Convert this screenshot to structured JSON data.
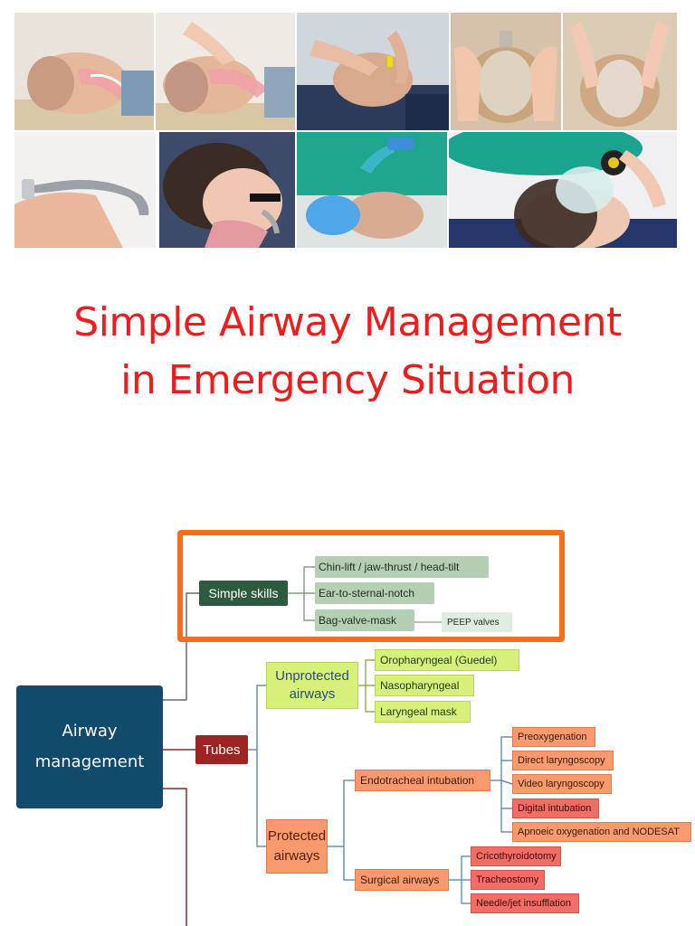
{
  "title": {
    "line1": "Simple Airway Management",
    "line2": "in Emergency Situation"
  },
  "collage": {
    "photos": [
      "head-tilt-diagram-icon",
      "jaw-lift-diagram-icon",
      "jaw-thrust-photo-icon",
      "mask-seal-two-hands-icon",
      "mask-seal-one-hand-icon",
      "oropharyngeal-airway-icon",
      "airway-insertion-photo-icon",
      "nasal-airway-photo-icon",
      "bag-valve-mask-photo-icon"
    ]
  },
  "mindmap": {
    "root": "Airway management",
    "simple_skills": {
      "label": "Simple skills",
      "items": [
        "Chin-lift / jaw-thrust / head-tilt",
        "Ear-to-sternal-notch",
        "Bag-valve-mask"
      ],
      "peep": "PEEP valves"
    },
    "tubes": {
      "label": "Tubes",
      "unprotected": {
        "label": "Unprotected airways",
        "items": [
          "Oropharyngeal (Guedel)",
          "Nasopharyngeal",
          "Laryngeal mask"
        ]
      },
      "protected": {
        "label": "Protected airways",
        "endotracheal": {
          "label": "Endotracheal intubation",
          "items": [
            "Preoxygenation",
            "Direct laryngoscopy",
            "Video laryngoscopy",
            "Digital intubation",
            "Apnoeic oxygenation and NODESAT"
          ]
        },
        "surgical": {
          "label": "Surgical airways",
          "items": [
            "Cricothyroidotomy",
            "Tracheostomy",
            "Needle/jet insufflation"
          ]
        }
      }
    }
  },
  "colors": {
    "title": "#ee1c1c",
    "highlight": "#f36f1d",
    "root": "#114a6b"
  }
}
